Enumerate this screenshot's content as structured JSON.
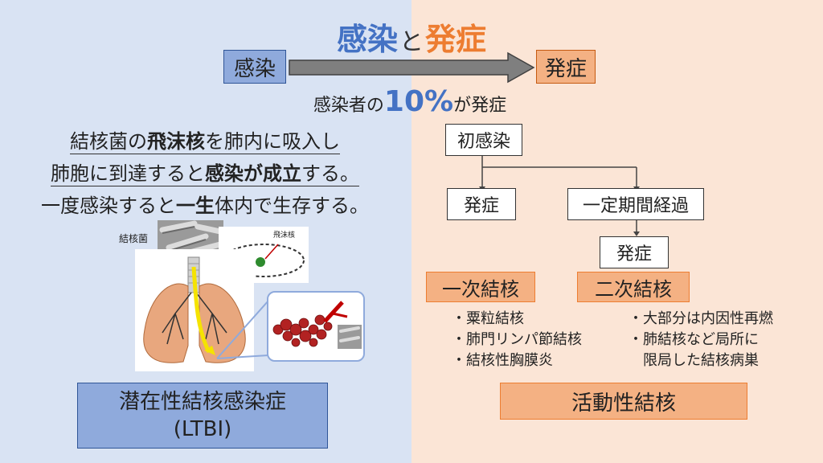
{
  "title": {
    "part1": "感染",
    "part2": "と",
    "part3": "発症"
  },
  "flow": {
    "infection": "感染",
    "onset": "発症"
  },
  "rate": {
    "prefix": "感染者の",
    "value": "10",
    "unit": "%",
    "suffix": "が発症"
  },
  "explanation": {
    "line1": {
      "a": "結核菌の",
      "b": "飛沫核",
      "c": "を肺内に吸入し"
    },
    "line2": {
      "a": "肺胞に到達すると",
      "b": "感染が成立",
      "c": "する。"
    },
    "line3": {
      "a": "一度感染すると",
      "b": "一生",
      "c": "体内で生存する。"
    }
  },
  "illustration": {
    "bacteria_label": "結核菌",
    "droplet_label": "飛沫核"
  },
  "tree": {
    "primary_infection": "初感染",
    "onset_left": "発症",
    "elapsed": "一定期間経過",
    "onset_right": "発症",
    "primary_tb": "一次結核",
    "secondary_tb": "二次結核",
    "primary_list": [
      "・粟粒結核",
      "・肺門リンパ節結核",
      "・結核性胸膜炎"
    ],
    "secondary_list": [
      "・大部分は内因性再燃",
      "・肺結核など局所に",
      "　限局した結核病巣"
    ]
  },
  "ltbi": {
    "line1": "潜在性結核感染症",
    "line2": "(LTBI)"
  },
  "active_tb": "活動性結核",
  "colors": {
    "blue": "#4472c4",
    "orange": "#ed7d31",
    "left_bg": "#d9e3f3",
    "right_bg": "#fbe5d6"
  }
}
